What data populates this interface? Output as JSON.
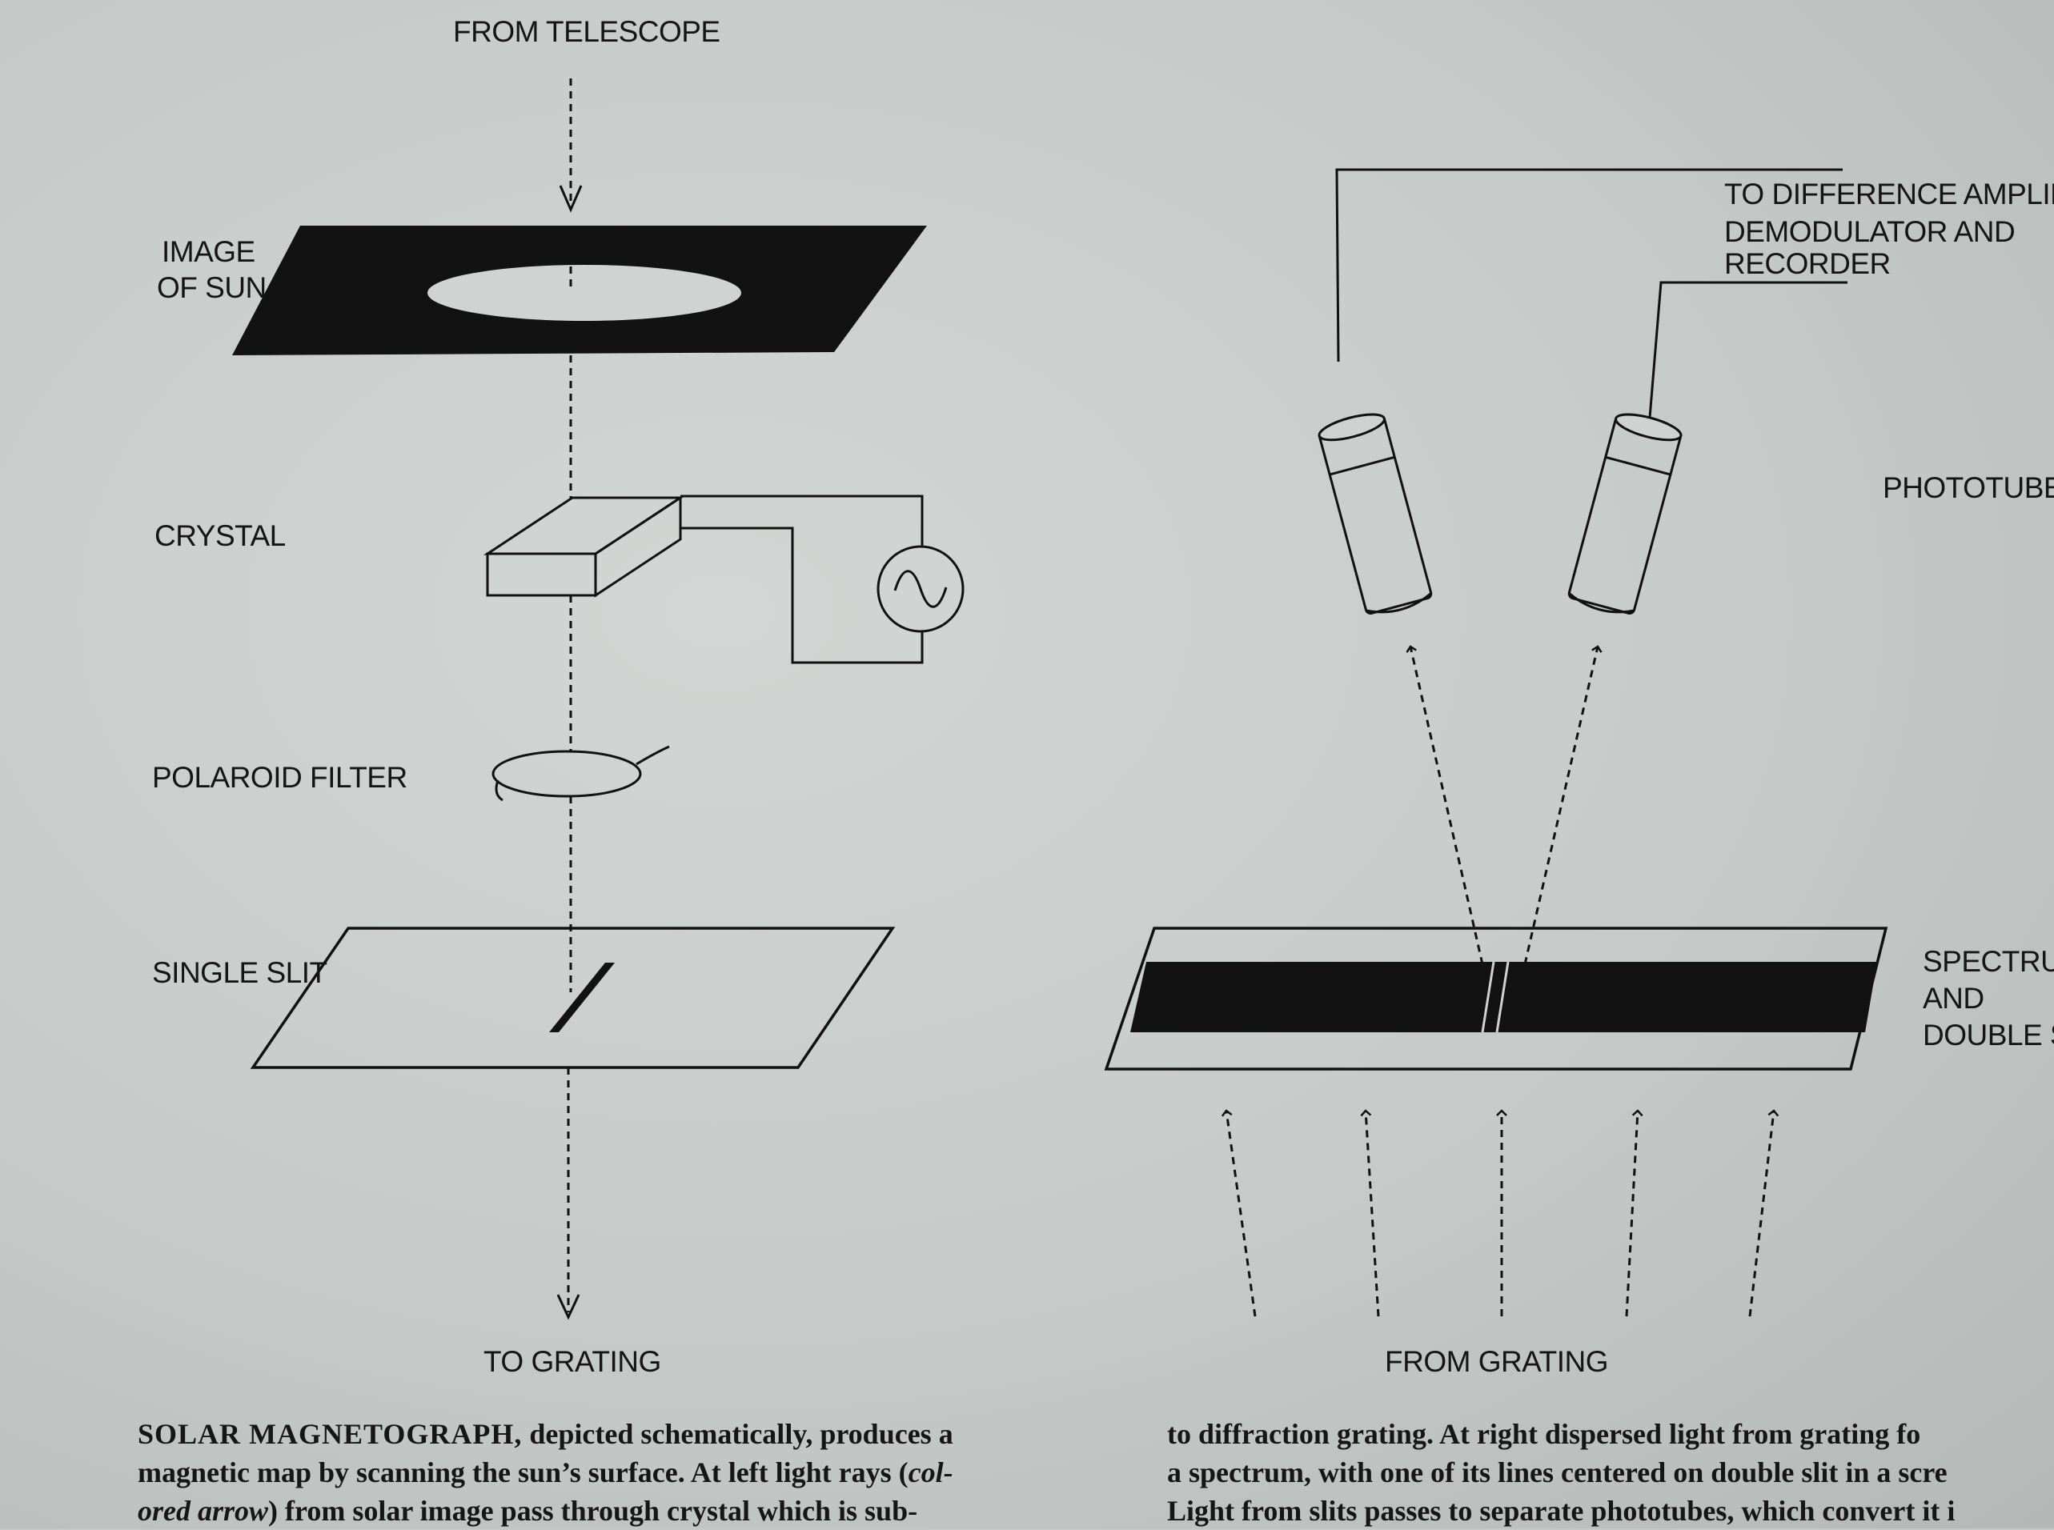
{
  "figure": {
    "left": {
      "label_from_telescope": "FROM TELESCOPE",
      "label_image_line1": "IMAGE",
      "label_image_line2": "OF SUN",
      "label_crystal": "CRYSTAL",
      "label_polaroid": "POLAROID FILTER",
      "label_single_slit": "SINGLE SLIT",
      "label_to_grating": "TO GRATING"
    },
    "right": {
      "label_to_amp_line1": "TO DIFFERENCE AMPLIFIE",
      "label_to_amp_line2": "DEMODULATOR AND",
      "label_to_amp_line3": "RECORDER",
      "label_phototubes": "PHOTOTUBE",
      "label_spectrum_line1": "SPECTRUM",
      "label_spectrum_line2": "AND",
      "label_spectrum_line3": "DOUBLE S",
      "label_from_grating": "FROM GRATING"
    }
  },
  "caption": {
    "left": {
      "lead": "SOLAR MAGNETOGRAPH,",
      "line1_rest": " depicted schematically, produces a",
      "line2": "magnetic map by scanning the sun’s surface. At left light rays (",
      "line2_italic": "col-",
      "line3_italic": "ored arrow",
      "line3_rest": ") from solar image pass through crystal which is sub-"
    },
    "right": {
      "line1": "to diffraction grating. At right dispersed light from grating fo",
      "line2": "a spectrum, with one of its lines centered on double slit in a scre",
      "line3": "Light from slits passes to separate phototubes, which convert it i"
    }
  }
}
